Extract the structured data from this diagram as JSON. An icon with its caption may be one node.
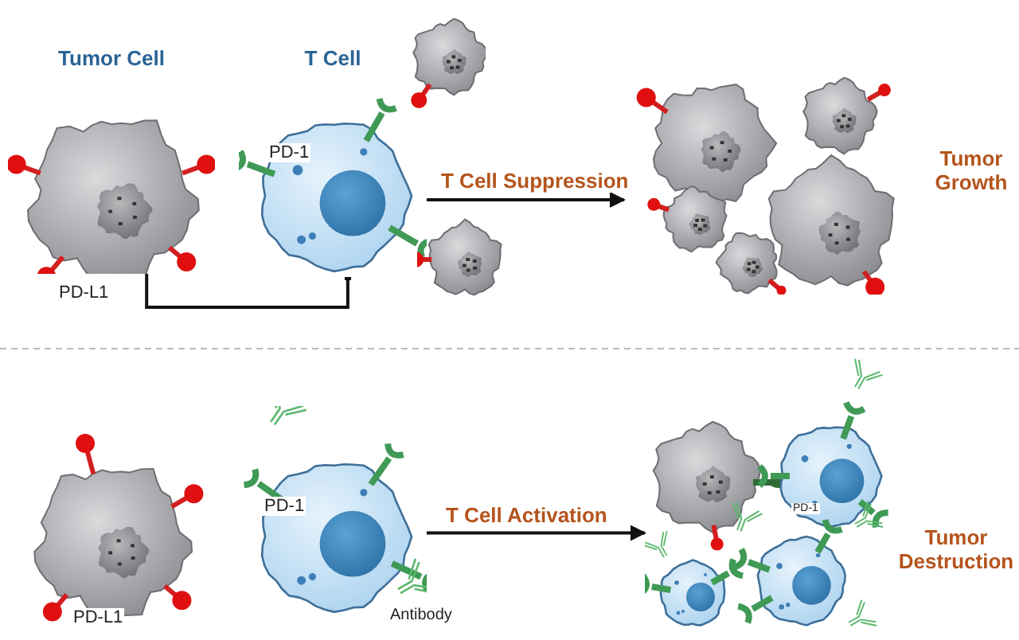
{
  "diagram": {
    "nodes": [
      {
        "text": [
          "Tumor Cell"
        ]
      },
      {
        "text": [
          "T Cell"
        ]
      },
      {
        "text": [],
        "shape": "picture",
        "beside": [
          "Tumor Growth"
        ]
      },
      {
        "text": [],
        "shape": "picture"
      },
      {
        "text": [],
        "shape": "picture"
      },
      {
        "text": [],
        "shape": "picture",
        "beside": [
          "Tumor Destruction"
        ]
      }
    ],
    "edges": [
      {
        "from": 0,
        "to": 1,
        "arrow": "other"
      },
      {
        "from": 1,
        "to": 2,
        "arrow": "to",
        "label": "T Cell Suppression"
      },
      {
        "from": 4,
        "to": 5,
        "arrow": "to",
        "label": "T Cell Activation"
      }
    ],
    "labels": [
      "PD-1",
      "PD-L1",
      "PD-1",
      "PD-1",
      "Antibody",
      "PD-L1"
    ]
  }
}
